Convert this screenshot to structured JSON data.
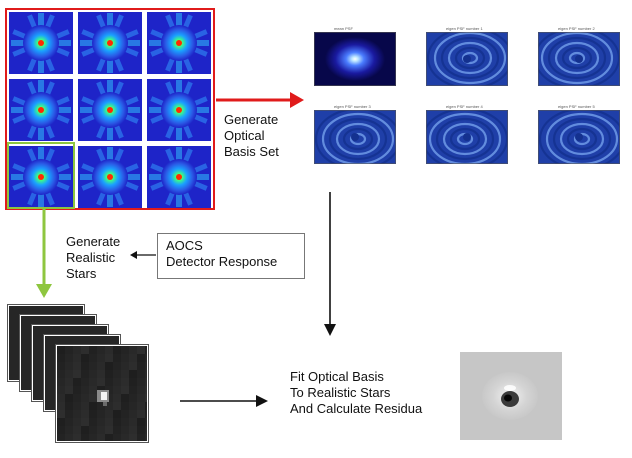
{
  "colors": {
    "red_border": "#e01b1b",
    "green_border": "#8ec63f",
    "red_arrow": "#e01b1b",
    "green_arrow": "#8ec63f",
    "psf_background": "#1e24c8",
    "basis_background": "#1f3fa8",
    "residual_background": "#c9c9c9"
  },
  "psf_grid": {
    "rows": 3,
    "cols": 3
  },
  "labels": {
    "generate_optical_basis": [
      "Generate",
      "Optical",
      "Basis Set"
    ],
    "generate_realistic_stars": [
      "Generate",
      "Realistic",
      "Stars"
    ],
    "aocs": [
      "AOCS",
      "Detector Response"
    ],
    "fit_optical_basis": [
      "Fit Optical Basis",
      "To Realistic Stars",
      "And Calculate Residua"
    ]
  },
  "basis_panels": [
    {
      "title": "mean PSF"
    },
    {
      "title": "eigen PSF number 1"
    },
    {
      "title": "eigen PSF number 2"
    },
    {
      "title": "eigen PSF number 3"
    },
    {
      "title": "eigen PSF number 4"
    },
    {
      "title": "eigen PSF number 5"
    }
  ],
  "star_frames": {
    "count": 5
  }
}
